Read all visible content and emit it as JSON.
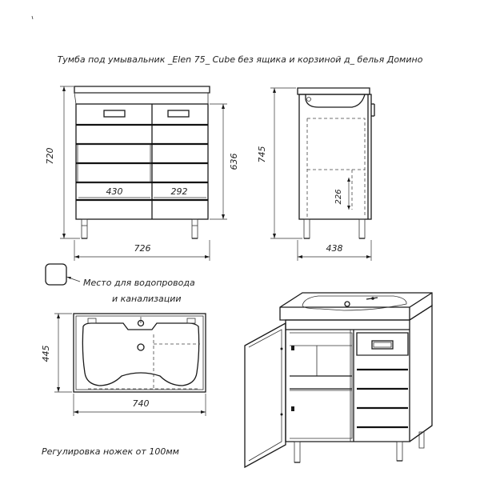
{
  "title": "Тумба под умывальник _Elen 75_ Cube без ящика и корзиной д_ белья Домино",
  "front_view": {
    "height_total": "720",
    "height_cabinet": "636",
    "width_total": "726",
    "width_left_section": "430",
    "width_right_section": "292"
  },
  "side_view": {
    "height_total": "745",
    "depth": "438",
    "inner_height": "226"
  },
  "legend": {
    "line1": "Место для водопровода",
    "line2": "и канализации"
  },
  "top_view": {
    "depth": "445",
    "width": "740"
  },
  "footer_note": "Регулировка ножек от 100мм"
}
